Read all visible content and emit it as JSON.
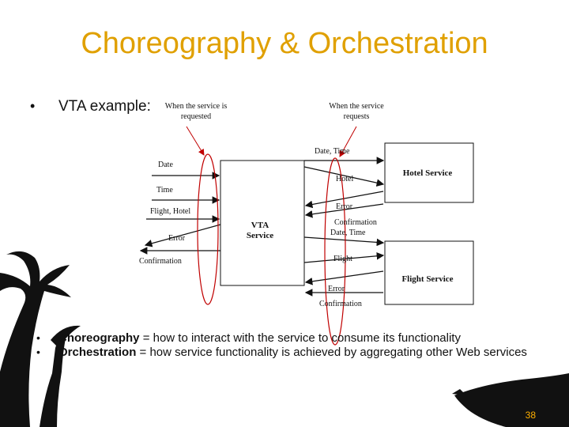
{
  "slide": {
    "title": "Choreography & Orchestration",
    "page_number": "38"
  },
  "vta_bullet": {
    "label": "VTA example:"
  },
  "annotations": {
    "requested": "When the service is requested",
    "requests": "When the service requests"
  },
  "services": {
    "vta": "VTA Service",
    "hotel": "Hotel Service",
    "flight": "Flight Service"
  },
  "left_messages": [
    "Date",
    "Time",
    "Flight, Hotel",
    "Error",
    "Confirmation"
  ],
  "right_messages": {
    "date_time_1": "Date, Time",
    "hotel": "Hotel",
    "error_1": "Error",
    "confirmation_1": "Confirmation",
    "date_time_2": "Date, Time",
    "flight": "Flight",
    "error_2": "Error",
    "confirmation_2": "Confirmation"
  },
  "definitions": {
    "choreography_term": "Choreography",
    "choreography_rest": "= how to interact with the service to consume its functionality",
    "orchestration_term": "Orchestration",
    "orchestration_rest": "= how service functionality is achieved by aggregating other Web services"
  }
}
